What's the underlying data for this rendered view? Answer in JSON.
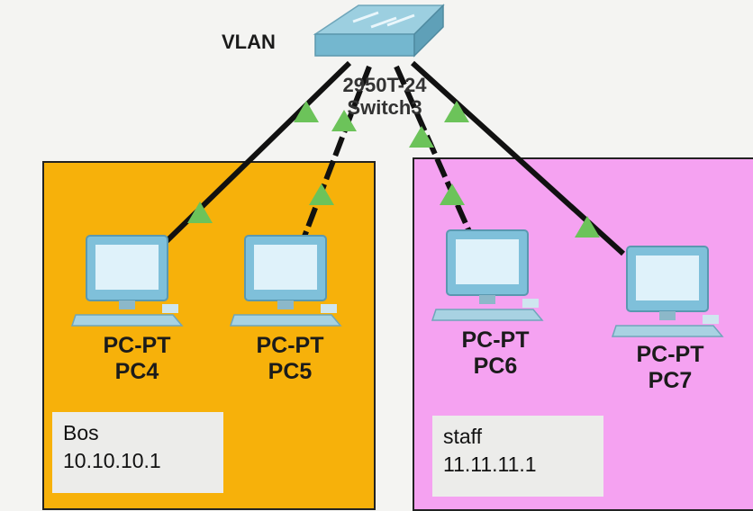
{
  "title": "VLAN",
  "switch": {
    "model": "2950T-24",
    "name": "Switch3",
    "icon": "switch-icon"
  },
  "zones": [
    {
      "id": "bos",
      "color": "#f7b10a",
      "name": "Bos",
      "ip": "10.10.10.1"
    },
    {
      "id": "staff",
      "color": "#f5a2f1",
      "name": "staff",
      "ip": "11.11.11.1"
    }
  ],
  "pcs": [
    {
      "model": "PC-PT",
      "name": "PC4",
      "icon": "pc-icon"
    },
    {
      "model": "PC-PT",
      "name": "PC5",
      "icon": "pc-icon"
    },
    {
      "model": "PC-PT",
      "name": "PC6",
      "icon": "pc-icon"
    },
    {
      "model": "PC-PT",
      "name": "PC7",
      "icon": "pc-icon"
    }
  ],
  "link_color": "#111111",
  "link_status_color": "#6cc35a"
}
